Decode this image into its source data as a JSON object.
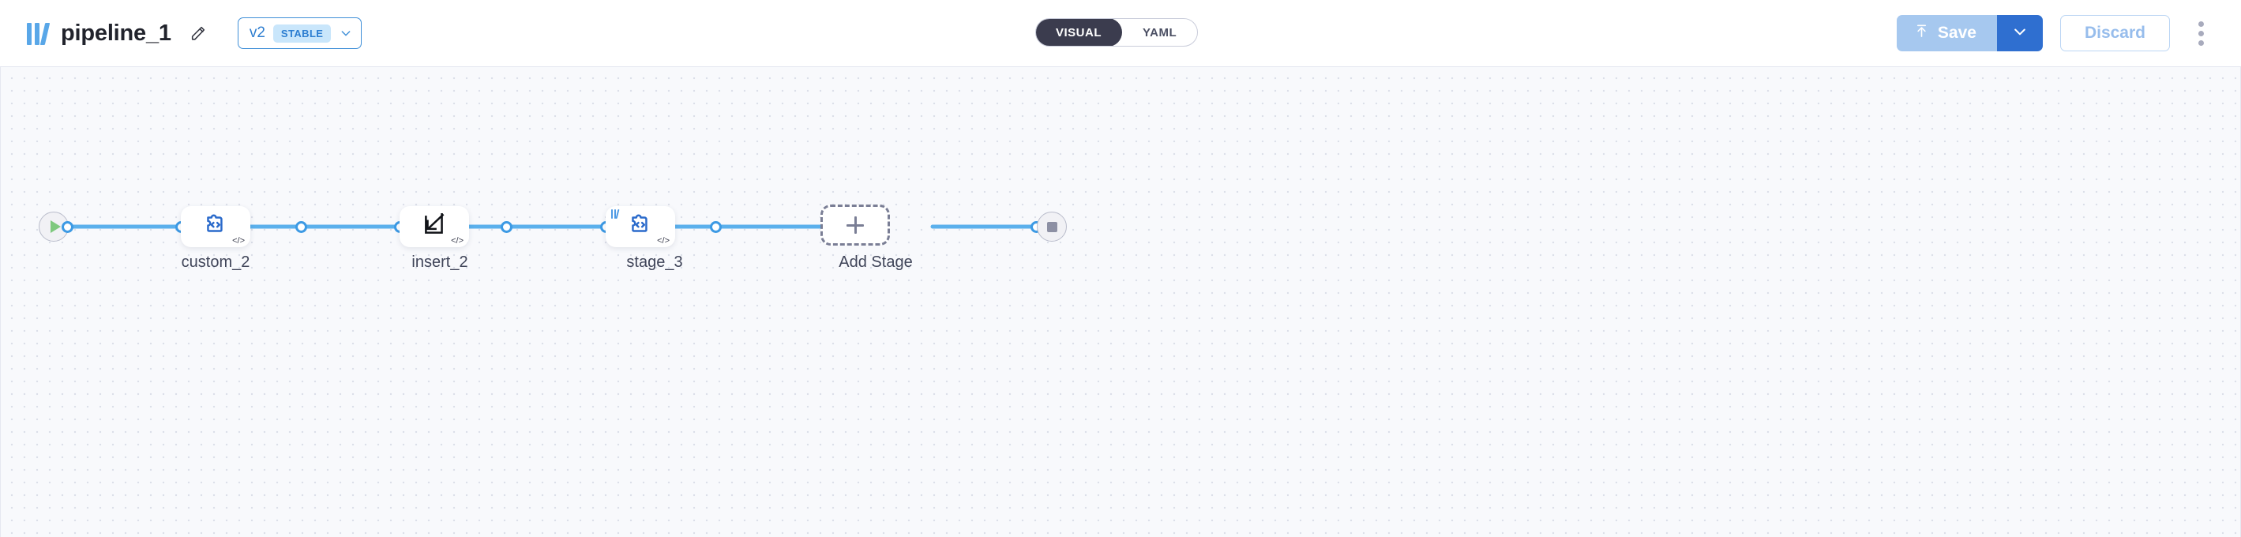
{
  "header": {
    "logo_icon": "pipeline-logo-icon",
    "title": "pipeline_1",
    "edit_icon": "pencil-icon",
    "version": {
      "label": "v2",
      "badge": "STABLE",
      "chevron_icon": "chevron-down-icon"
    },
    "view_toggle": {
      "options": [
        {
          "label": "VISUAL",
          "active": true
        },
        {
          "label": "YAML",
          "active": false
        }
      ]
    },
    "actions": {
      "save_label": "Save",
      "save_icon": "upload-arrow-icon",
      "save_caret_icon": "chevron-down-icon",
      "discard_label": "Discard",
      "overflow_icon": "kebab-menu-icon"
    },
    "colors": {
      "brand_blue": "#59a7e8",
      "save_disabled": "#a6c8ef",
      "save_caret": "#2f6fd0",
      "toggle_active_bg": "#3b3c4e",
      "badge_bg": "#c9e6fb"
    }
  },
  "canvas": {
    "background": "#f8f9fc",
    "grid": "dot-grid",
    "edge_color": "#5bb0ec",
    "graph": {
      "start_node": {
        "name": "start-node",
        "icon": "play-icon"
      },
      "end_node": {
        "name": "end-node",
        "icon": "stop-icon"
      },
      "stages": [
        {
          "label": "custom_2",
          "icon": "puzzle-code-icon",
          "badge": "</>",
          "has_pipeline_badge": false
        },
        {
          "label": "insert_2",
          "icon": "insert-arrow-icon",
          "badge": "</>",
          "has_pipeline_badge": false
        },
        {
          "label": "stage_3",
          "icon": "puzzle-code-icon",
          "badge": "</>",
          "has_pipeline_badge": true
        }
      ],
      "add_stage": {
        "label": "Add Stage",
        "icon": "plus-icon"
      }
    }
  }
}
